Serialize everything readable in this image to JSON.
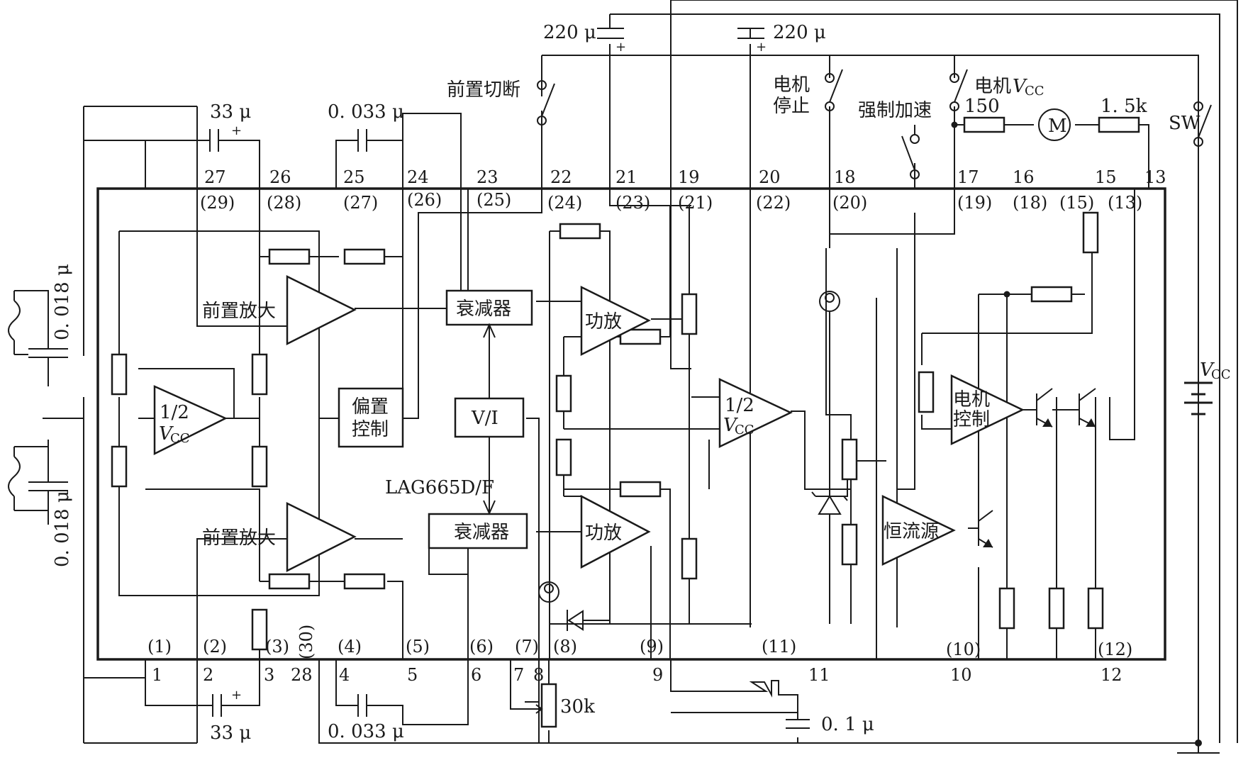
{
  "chip": {
    "name": "LAG665D/F"
  },
  "blocks": {
    "preamp_label": "前置放大",
    "half_vcc": "1/2",
    "half_vcc_v": "V",
    "half_vcc_sub": "CC",
    "bias_line1": "偏置",
    "bias_line2": "控制",
    "attenuator": "衰减器",
    "power_amp": "功放",
    "vi": "V/I",
    "motor_ctrl_line1": "电机",
    "motor_ctrl_line2": "控制",
    "const_current": "恒流源"
  },
  "external": {
    "preamp_cut": "前置切断",
    "motor_stop_line1": "电机",
    "motor_stop_line2": "停止",
    "force_accel": "强制加速",
    "motor_vcc": "电机",
    "motor_vcc_v": "V",
    "motor_vcc_sub": "CC",
    "sw": "SW",
    "vcc_v": "V",
    "vcc_sub": "CC",
    "motor": "M"
  },
  "components": {
    "cap_220u_left": "220 μ",
    "cap_220u_right": "220 μ",
    "cap_33u_top": "33 μ",
    "cap_33u_bottom": "33 μ",
    "cap_0033u_top": "0. 033 μ",
    "cap_0033u_bottom": "0. 033 μ",
    "cap_0018u_top": "0. 018 μ",
    "cap_0018u_bottom": "0. 018 μ",
    "cap_01u": "0. 1 μ",
    "res_150": "150",
    "res_15k": "1. 5k",
    "pot_30k": "30k",
    "plus": "+"
  },
  "pins_top": [
    "27",
    "26",
    "25",
    "24",
    "23",
    "22",
    "21",
    "19",
    "20",
    "18",
    "17",
    "16",
    "15",
    "13"
  ],
  "pins_top_alt": [
    "(29)",
    "(28)",
    "(27)",
    "(26)",
    "(25)",
    "(24)",
    "(23)",
    "(21)",
    "(22)",
    "(20)",
    "(19)",
    "(18)",
    "(15)",
    "(13)"
  ],
  "pins_bottom": [
    "1",
    "2",
    "3",
    "28",
    "4",
    "5",
    "6",
    "7",
    "8",
    "9",
    "11",
    "10",
    "12"
  ],
  "pins_bottom_alt": [
    "(1)",
    "(2)",
    "(3)",
    "(30)",
    "(4)",
    "(5)",
    "(6)",
    "(7)",
    "(8)",
    "(9)",
    "(11)",
    "(10)",
    "(12)"
  ]
}
